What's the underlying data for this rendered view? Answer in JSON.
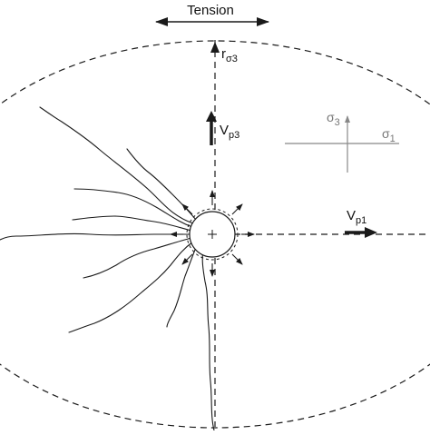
{
  "labels": {
    "tension": "Tension",
    "r_main": "r",
    "r_sub": "σ3",
    "vp3_main": "V",
    "vp3_sub": "p3",
    "vp1_main": "V",
    "vp1_sub": "p1",
    "sigma3_main": "σ",
    "sigma3_sub": "3",
    "sigma1_main": "σ",
    "sigma1_sub": "1"
  },
  "colors": {
    "stroke": "#1a1a1a",
    "axis_gray": "#888888",
    "background": "#ffffff"
  }
}
